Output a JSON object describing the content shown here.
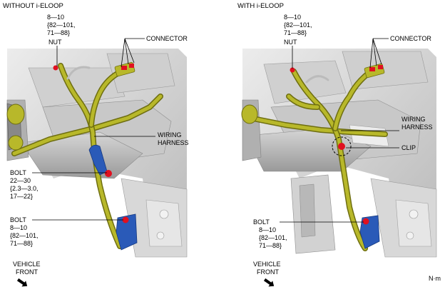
{
  "left": {
    "title": "WITHOUT i-ELOOP",
    "nut_torque": [
      "8—10",
      "{82—101,",
      "71—88}"
    ],
    "nut": "NUT",
    "connector": "CONNECTOR",
    "wiring": [
      "WIRING",
      "HARNESS"
    ],
    "bolt1": "BOLT",
    "bolt1_torque": [
      "22—30",
      "{2.3—3.0,",
      "17—22}"
    ],
    "bolt2": "BOLT",
    "bolt2_torque": [
      "8—10",
      "{82—101,",
      "71—88}"
    ],
    "vehicle_front": [
      "VEHICLE",
      "FRONT"
    ]
  },
  "right": {
    "title": "WITH i-ELOOP",
    "nut_torque": [
      "8—10",
      "{82—101,",
      "71—88}"
    ],
    "nut": "NUT",
    "connector": "CONNECTOR",
    "wiring": [
      "WIRING",
      "HARNESS"
    ],
    "clip": "CLIP",
    "bolt": "BOLT",
    "bolt_torque": [
      "8—10",
      "{82—101,",
      "71—88}"
    ],
    "vehicle_front": [
      "VEHICLE",
      "FRONT"
    ]
  },
  "unit": "N·m",
  "colors": {
    "harness": "#b8b82a",
    "harness_dark": "#6e6e10",
    "fastener": "#e01020",
    "bracket": "#2a5ab8",
    "body_light": "#e2e2e2",
    "body_mid": "#c4c4c4",
    "body_dark": "#8c8c8c"
  }
}
